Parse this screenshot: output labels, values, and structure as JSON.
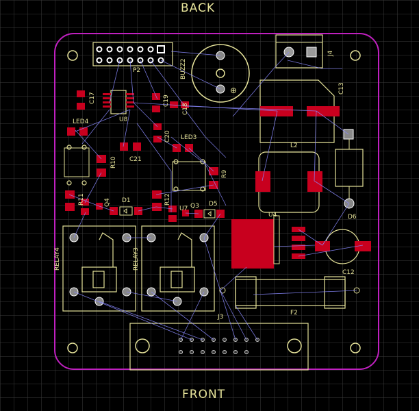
{
  "board": {
    "back_label": "BACK",
    "front_label": "FRONT"
  },
  "designators": {
    "p2": "P2",
    "buzz2": "BUZZ2",
    "j4": "J4",
    "c13": "C13",
    "c17": "C17",
    "c19": "C19",
    "c18": "C18",
    "u8": "U8",
    "led4": "LED4",
    "c20": "C20",
    "led3": "LED3",
    "c21": "C21",
    "r10": "R10",
    "l2": "L2",
    "r9": "R9",
    "r11": "R11",
    "q4": "Q4",
    "d1": "D1",
    "r12": "R12",
    "q3": "Q3",
    "u7": "U7",
    "d5": "D5",
    "u4": "U4",
    "d6": "D6",
    "relay4": "RELAY4",
    "relay3": "RELAY3",
    "c12": "C12",
    "f2": "F2",
    "j3": "J3"
  },
  "colors": {
    "background": "#000000",
    "grid": "#3a3a3a",
    "outline": "#c000c0",
    "silkscreen": "#e6e39a",
    "pad": "#c8001e",
    "ratsnest": "#8a8aff",
    "via": "#aaaaaa"
  }
}
